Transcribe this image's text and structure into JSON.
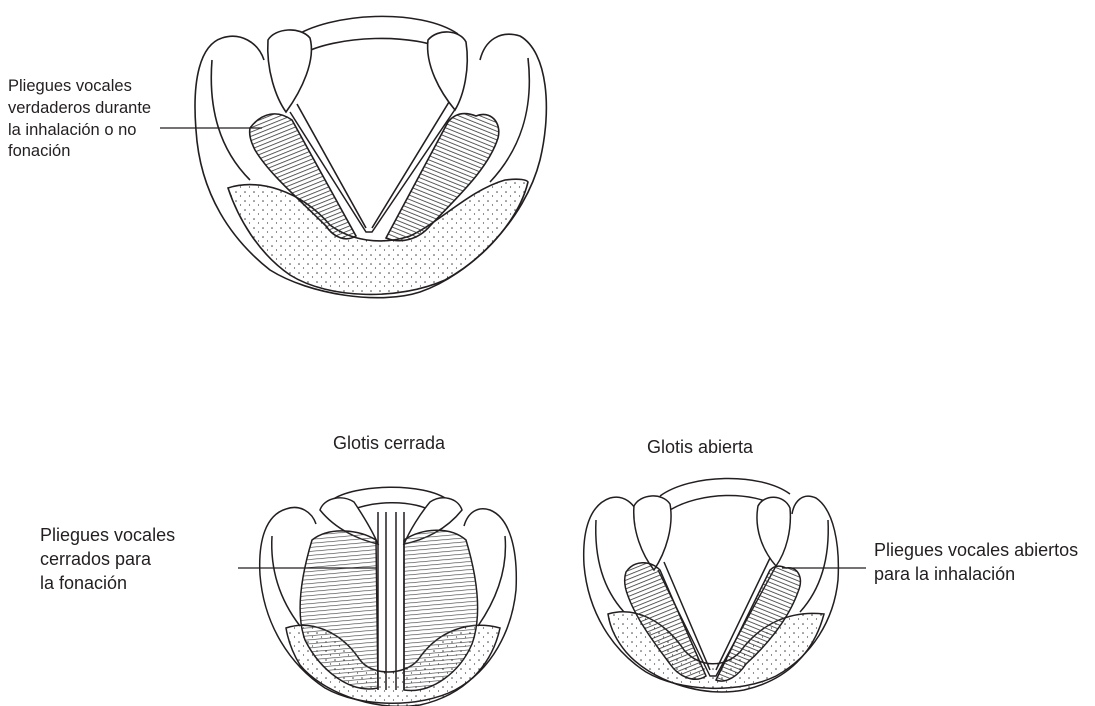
{
  "labels": {
    "top_label": [
      "Pliegues vocales",
      "verdaderos durante",
      "la inhalación o no",
      "fonación"
    ],
    "closed_title": "Glotis cerrada",
    "open_title": "Glotis abierta",
    "closed_label": [
      "Pliegues vocales",
      "cerrados para",
      "la fonación"
    ],
    "open_label": [
      "Pliegues vocales abiertos",
      "para la inhalación"
    ]
  }
}
